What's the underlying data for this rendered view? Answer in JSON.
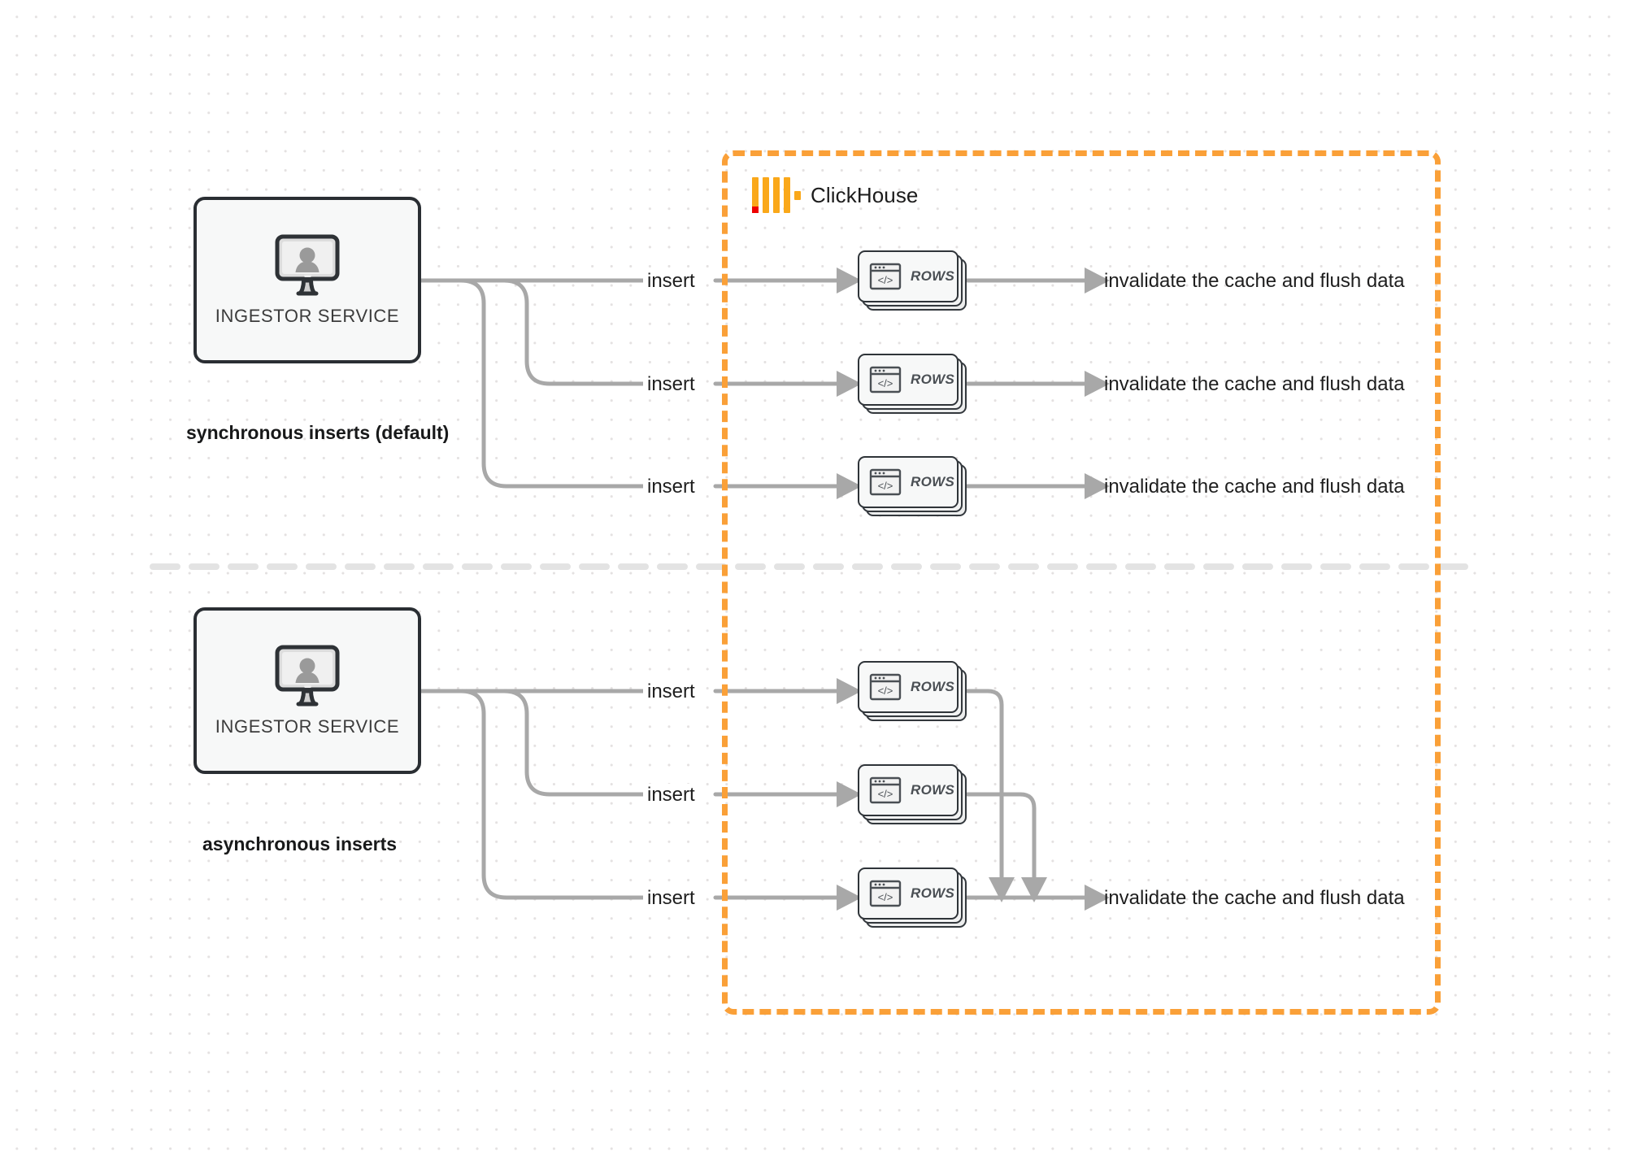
{
  "diagram": {
    "title": "ClickHouse synchronous vs asynchronous inserts",
    "colors": {
      "boundary": "#FAA038",
      "logo_orange": "#FAA81A",
      "logo_red": "#EE0000",
      "edge": "#a8a8a8",
      "node_border": "#2a2e33",
      "node_fill": "#f7f8f8",
      "divider": "#e3e3e3"
    }
  },
  "clickhouse_boundary": {
    "label": "ClickHouse",
    "logo_name": "clickhouse-logo"
  },
  "sections": [
    {
      "id": "synchronous",
      "caption": "synchronous inserts (default)",
      "service": {
        "label": "INGESTOR SERVICE",
        "icon": "monitor-user-icon"
      },
      "edges": [
        {
          "label": "insert"
        },
        {
          "label": "insert"
        },
        {
          "label": "insert"
        }
      ],
      "nodes": [
        {
          "label": "ROWS",
          "icon": "code-window-icon"
        },
        {
          "label": "ROWS",
          "icon": "code-window-icon"
        },
        {
          "label": "ROWS",
          "icon": "code-window-icon"
        }
      ],
      "sinks": [
        {
          "label": "invalidate the cache and flush data"
        },
        {
          "label": "invalidate the cache and flush data"
        },
        {
          "label": "invalidate the cache and flush data"
        }
      ]
    },
    {
      "id": "asynchronous",
      "caption": "asynchronous inserts",
      "service": {
        "label": "INGESTOR SERVICE",
        "icon": "monitor-user-icon"
      },
      "edges": [
        {
          "label": "insert"
        },
        {
          "label": "insert"
        },
        {
          "label": "insert"
        }
      ],
      "nodes": [
        {
          "label": "ROWS",
          "icon": "code-window-icon"
        },
        {
          "label": "ROWS",
          "icon": "code-window-icon"
        },
        {
          "label": "ROWS",
          "icon": "code-window-icon"
        }
      ],
      "sinks": [
        {
          "label": "invalidate the cache and flush data"
        }
      ]
    }
  ]
}
